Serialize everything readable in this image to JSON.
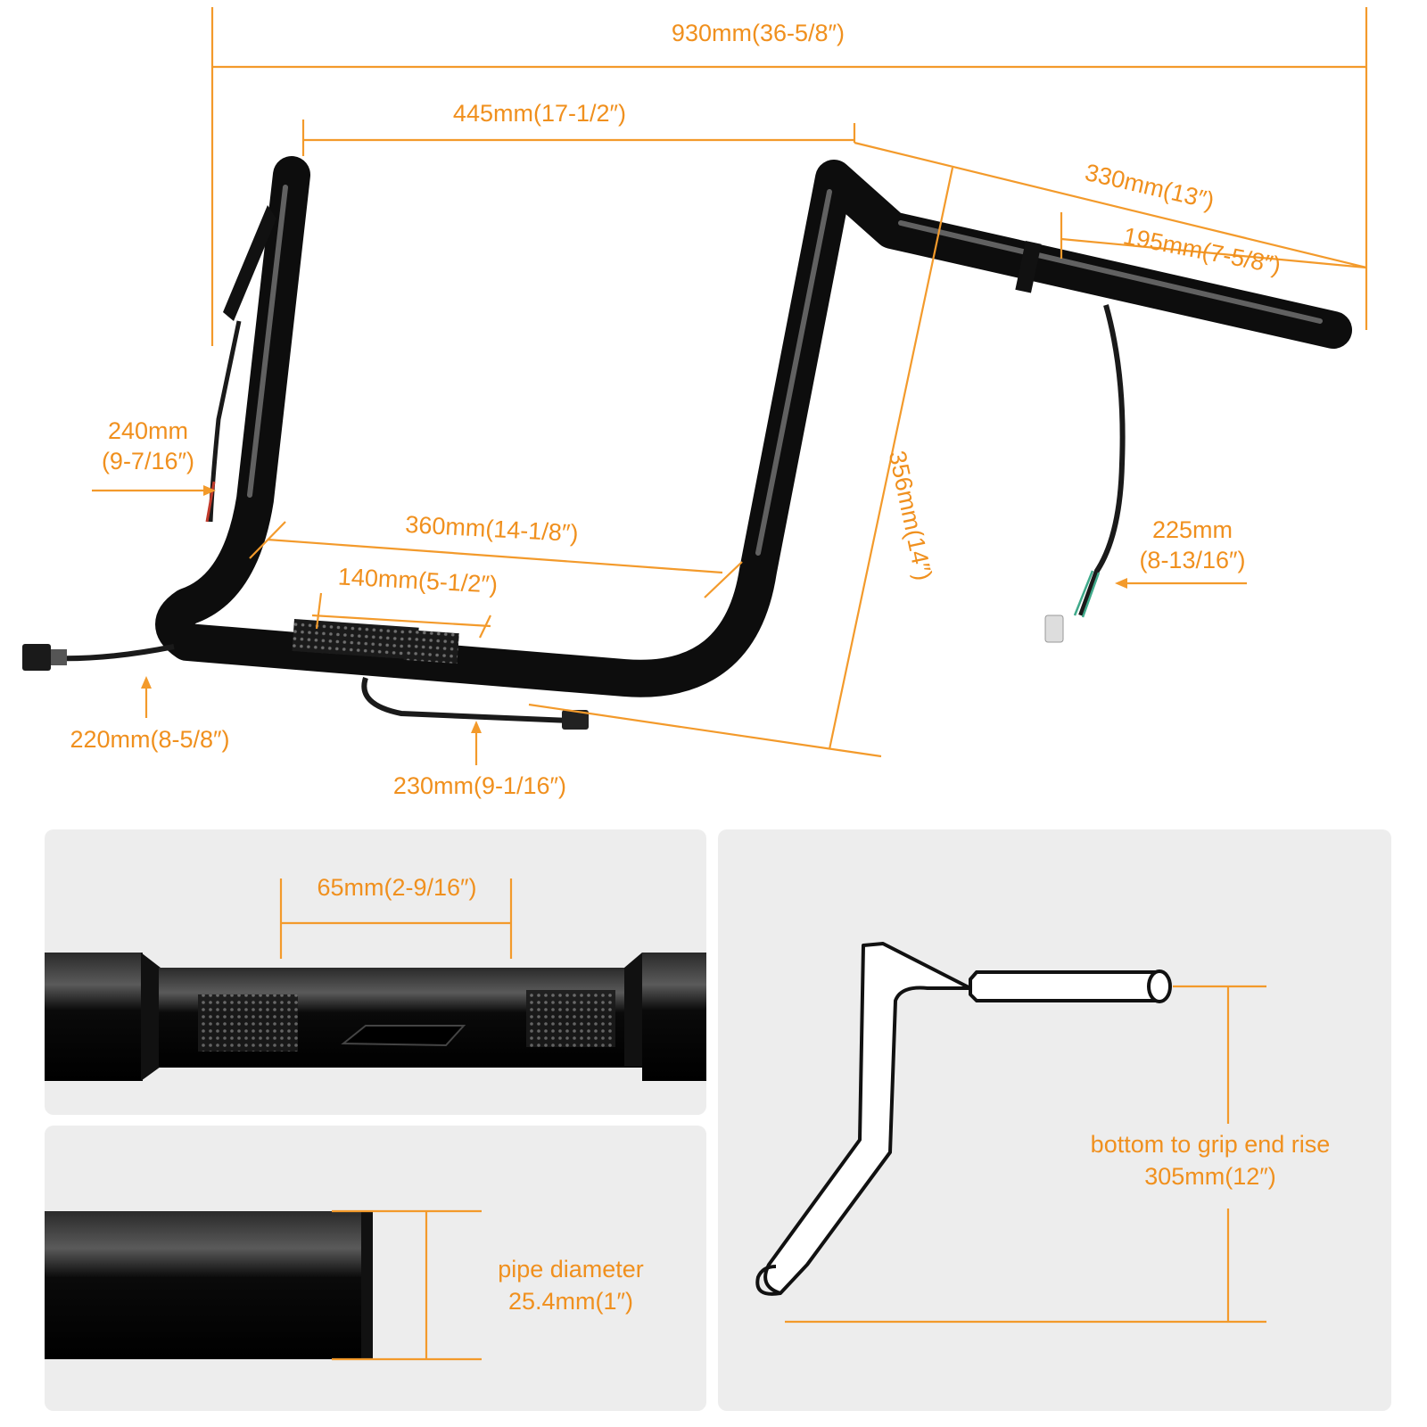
{
  "overview": {
    "dimensions": {
      "overall_width": "930mm(36-5/8″)",
      "center_width": "445mm(17-1/2″)",
      "pullback": "330mm(13″)",
      "grip_length": "195mm(7-5/8″)",
      "rise": "356mm(14″)",
      "clamp_width": "360mm(14-1/8″)",
      "knurl_span": "140mm(5-1/2″)"
    },
    "wires": {
      "left_wire_line1": "240mm",
      "left_wire_line2": "(9-7/16″)",
      "right_wire_line1": "225mm",
      "right_wire_line2": "(8-13/16″)",
      "bottom_left_wire": "220mm(8-5/8″)",
      "bottom_center_wire": "230mm(9-1/16″)"
    }
  },
  "detail_knurl": {
    "label": "65mm(2-9/16″)"
  },
  "detail_pipe": {
    "label_line1": "pipe diameter",
    "label_line2": "25.4mm(1″)"
  },
  "detail_rise": {
    "label_line1": "bottom to grip end rise",
    "label_line2": "305mm(12″)"
  },
  "colors": {
    "accent": "#f0901e",
    "bar": "#0d0d0d",
    "panel": "#ededed"
  }
}
